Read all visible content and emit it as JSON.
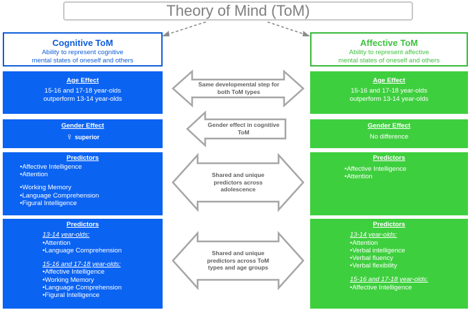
{
  "title": "Theory of Mind (ToM)",
  "cognitive": {
    "name": "Cognitive ToM",
    "definition_line1": "Ability to represent cognitive",
    "definition_line2": "mental states of oneself and others",
    "age_title": "Age Effect",
    "age_line1": "15-16 and 17-18 year-olds",
    "age_line2": "outperform 13-14 year-olds",
    "gender_title": "Gender Effect",
    "gender_symbol": "♀",
    "gender_text": "superior",
    "predictors_title": "Predictors",
    "predictors_group1": [
      "•Affective Intelligence",
      "•Attention"
    ],
    "predictors_group2": [
      "•Working Memory",
      "•Language Comprehension",
      "•Figural Intelligence"
    ],
    "age_predictors_title": "Predictors",
    "age_groups": [
      {
        "label": "13-14 year-olds:",
        "items": [
          "•Attention",
          "•Language Comprehension"
        ]
      },
      {
        "label": "15-16 and 17-18 year-olds:",
        "items": [
          "•Affective Intelligence",
          "•Working Memory",
          "•Language Comprehension",
          "•Figural Intelligence"
        ]
      }
    ]
  },
  "affective": {
    "name": "Affective ToM",
    "definition_line1": "Ability to represent affective",
    "definition_line2": "mental states of oneself and others",
    "age_title": "Age Effect",
    "age_line1": "15-16 and 17-18 year-olds",
    "age_line2": "outperform 13-14 year-olds",
    "gender_title": "Gender Effect",
    "gender_text": "No difference",
    "predictors_title": "Predictors",
    "predictors": [
      "•Affective Intelligence",
      "•Attention"
    ],
    "age_predictors_title": "Predictors",
    "age_groups": [
      {
        "label": "13-14 year-olds:",
        "items": [
          "•Attention",
          "•Verbal intelligence",
          "•Verbal fluency",
          "•Verbal flexibility"
        ]
      },
      {
        "label": "15-16 and 17-18 year-olds:",
        "items": [
          "•Affective Intelligence"
        ]
      }
    ]
  },
  "middle": {
    "arrow1_line1": "Same developmental step for",
    "arrow1_line2": "both ToM types",
    "arrow2_line1": "Gender effect in cognitive",
    "arrow2_line2": "ToM",
    "arrow3_line1": "Shared and unique",
    "arrow3_line2": "predictors across",
    "arrow3_line3": "adolescence",
    "arrow4_line1": "Shared and unique",
    "arrow4_line2": "predictors across ToM",
    "arrow4_line3": "types and age groups"
  },
  "colors": {
    "cognitive": "#0b63f2",
    "affective": "#3ecf3e",
    "arrow_fill": "#ffffff",
    "arrow_stroke": "#a6a6a6"
  }
}
